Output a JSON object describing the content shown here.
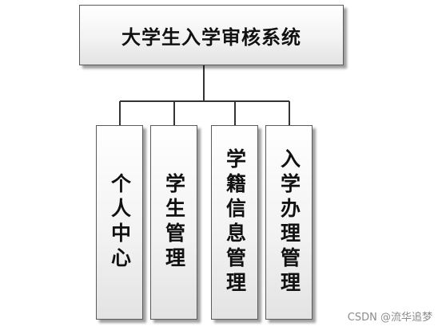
{
  "diagram": {
    "root": {
      "label": "大学生入学审核系统"
    },
    "children": [
      {
        "label": "个人中心"
      },
      {
        "label": "学生管理"
      },
      {
        "label": "学籍信息管理"
      },
      {
        "label": "入学办理管理"
      }
    ]
  },
  "colors": {
    "border": "#5a5a5a",
    "connector": "#333333",
    "text": "#111111"
  },
  "watermark": {
    "text": "CSDN @流华追梦"
  }
}
